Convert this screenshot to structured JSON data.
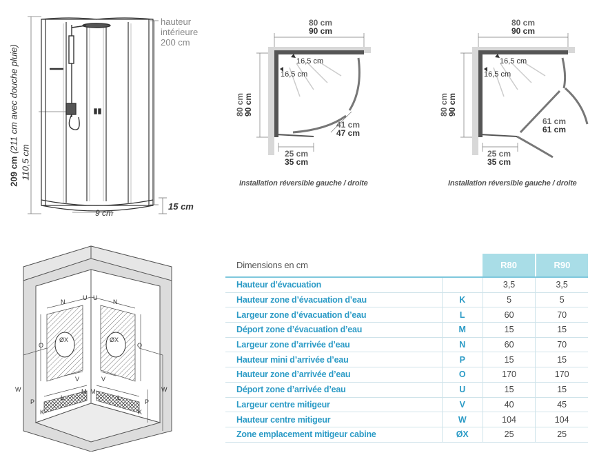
{
  "front": {
    "label_hauteur_line1": "hauteur",
    "label_hauteur_line2": "intérieure",
    "label_hauteur_line3": "200 cm",
    "label_total_bold": "209 cm",
    "label_total_italic": " (211 cm avec douche pluie)",
    "label_1105": "110,5 cm",
    "label_9": "9 cm",
    "label_15": "15 cm"
  },
  "plan_left": {
    "w1": "80 cm",
    "w2": "90 cm",
    "h1": "80 cm",
    "h2": "90 cm",
    "i1": "16,5 cm",
    "i2": "16,5 cm",
    "d1": "41 cm",
    "d2": "47 cm",
    "b1": "25 cm",
    "b2": "35 cm",
    "caption": "Installation réversible gauche / droite"
  },
  "plan_right": {
    "w1": "80 cm",
    "w2": "90 cm",
    "h1": "80 cm",
    "h2": "90 cm",
    "i1": "16,5 cm",
    "i2": "16,5 cm",
    "d1": "61 cm",
    "d2": "61 cm",
    "b1": "25 cm",
    "b2": "35 cm",
    "caption": "Installation réversible gauche / droite"
  },
  "iso": {
    "N": "N",
    "U": "U",
    "O": "O",
    "ox": "ØX",
    "V": "V",
    "W": "W",
    "P": "P",
    "L": "L",
    "M": "M",
    "K": "K"
  },
  "table": {
    "title": "Dimensions en cm",
    "col1": "R80",
    "col2": "R90",
    "rows": [
      {
        "label": "Hauteur d’évacuation",
        "code": "",
        "r80": "3,5",
        "r90": "3,5"
      },
      {
        "label": "Hauteur zone d’évacuation d’eau",
        "code": "K",
        "r80": "5",
        "r90": "5"
      },
      {
        "label": "Largeur zone d’évacuation d’eau",
        "code": "L",
        "r80": "60",
        "r90": "70"
      },
      {
        "label": "Déport zone d’évacuation d’eau",
        "code": "M",
        "r80": "15",
        "r90": "15"
      },
      {
        "label": "Largeur zone d’arrivée d’eau",
        "code": "N",
        "r80": "60",
        "r90": "70"
      },
      {
        "label": "Hauteur mini d’arrivée d’eau",
        "code": "P",
        "r80": "15",
        "r90": "15"
      },
      {
        "label": "Hauteur zone d’arrivée d’eau",
        "code": "O",
        "r80": "170",
        "r90": "170"
      },
      {
        "label": "Déport zone d’arrivée d’eau",
        "code": "U",
        "r80": "15",
        "r90": "15"
      },
      {
        "label": "Largeur centre mitigeur",
        "code": "V",
        "r80": "40",
        "r90": "45"
      },
      {
        "label": "Hauteur centre mitigeur",
        "code": "W",
        "r80": "104",
        "r90": "104"
      },
      {
        "label": "Zone emplacement mitigeur cabine",
        "code": "ØX",
        "r80": "25",
        "r90": "25"
      }
    ]
  },
  "colors": {
    "accent": "#2c9bc6",
    "header_bg": "#a9dde7",
    "frame": "#555555",
    "wall": "#d8d8d8"
  }
}
